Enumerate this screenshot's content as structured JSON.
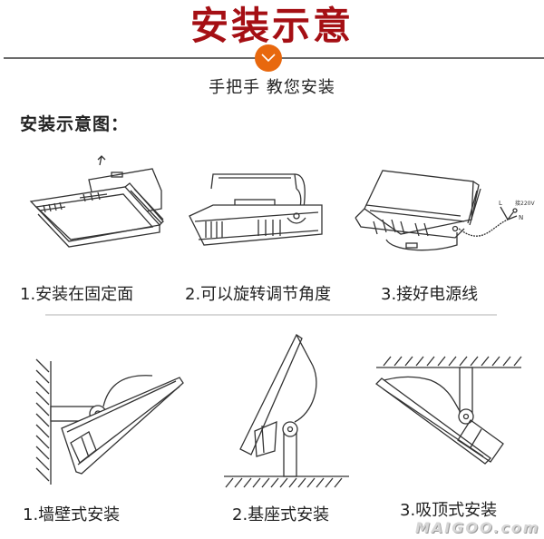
{
  "header": {
    "title": "安装示意",
    "title_color": "#a50f14",
    "divider_icon": "chevron-down-icon",
    "divider_icon_color": "#e8680e",
    "subtitle": "手把手  教您安装"
  },
  "section": {
    "title": "安装示意图："
  },
  "steps": [
    {
      "label": "1.安装在固定面"
    },
    {
      "label": "2.可以旋转调节角度"
    },
    {
      "label": "3.接好电源线",
      "wire_labels": {
        "L": "L",
        "N": "N",
        "voltage": "接220V"
      }
    }
  ],
  "mounting": [
    {
      "label": "1.墙壁式安装"
    },
    {
      "label": "2.基座式安装"
    },
    {
      "label": "3.吸顶式安装"
    }
  ],
  "watermark": "MAIGOO.com"
}
